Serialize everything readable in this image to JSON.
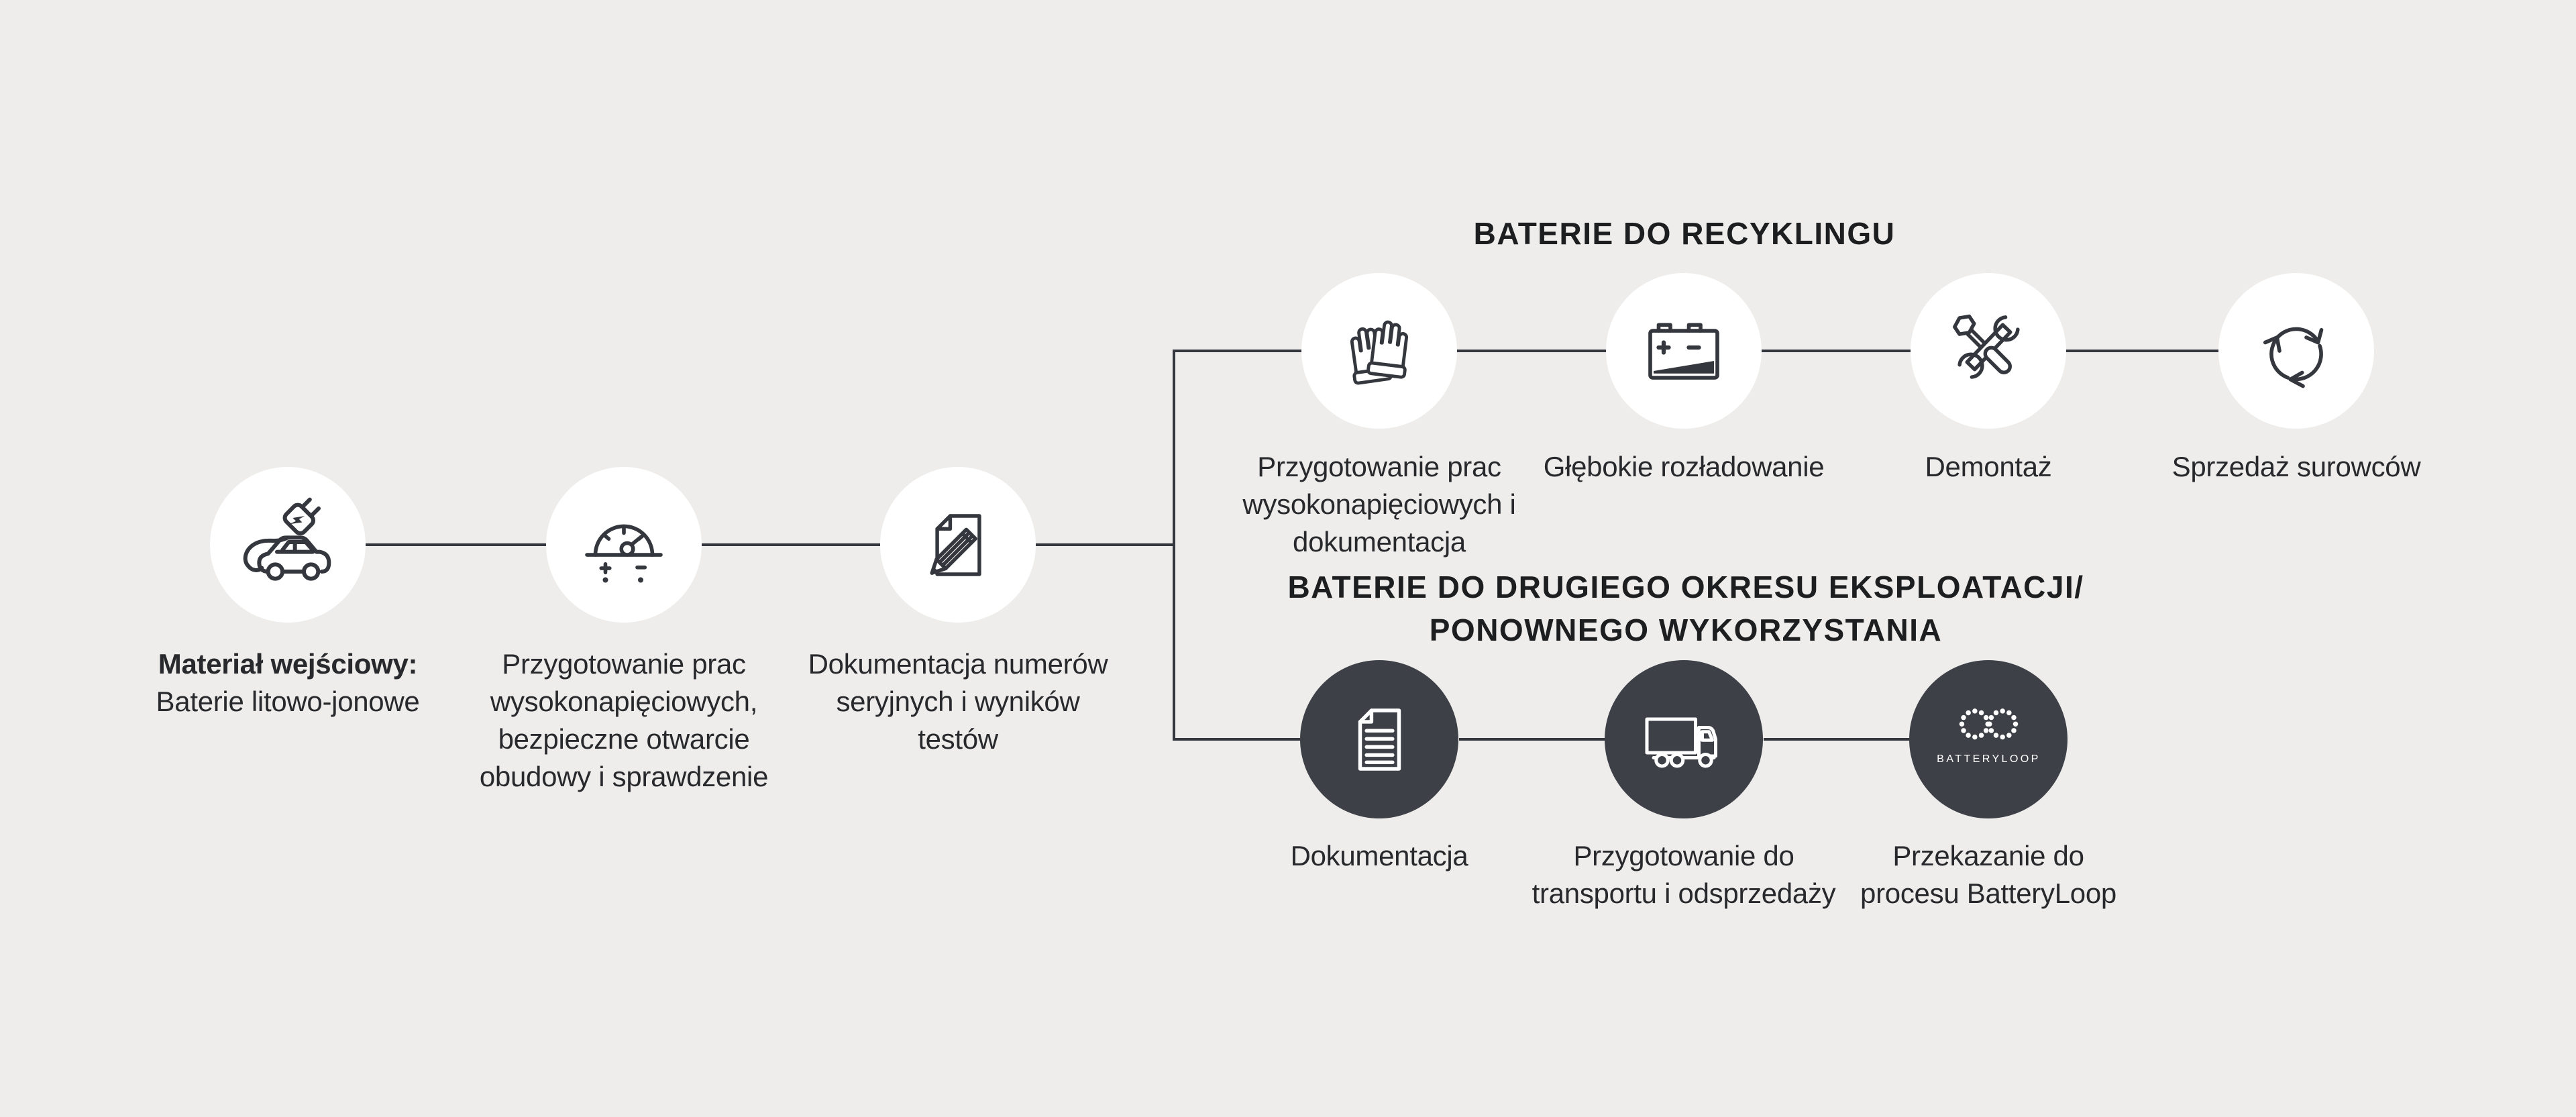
{
  "palette": {
    "background": "#eeedeb",
    "circle_light": "#ffffff",
    "circle_dark": "#3d4147",
    "line": "#34373d",
    "icon_stroke": "#34373d",
    "icon_stroke_on_dark": "#ffffff",
    "title_text": "#1d1e20",
    "label_text": "#28292c"
  },
  "titles": {
    "recycling": "BATERIE DO RECYKLINGU",
    "second_life": [
      "BATERIE DO DRUGIEGO OKRESU EKSPLOATACJI/",
      "PONOWNEGO WYKORZYSTANIA"
    ]
  },
  "main_flow": [
    {
      "icon": "electric-car-icon",
      "lines": [
        "Materiał wejściowy:",
        "Baterie litowo-jonowe"
      ]
    },
    {
      "icon": "voltage-gauge-icon",
      "lines": [
        "Przygotowanie prac",
        "wysokonapięciowych,",
        "bezpieczne otwarcie",
        "obudowy i sprawdzenie"
      ]
    },
    {
      "icon": "document-pencil-icon",
      "lines": [
        "Dokumentacja numerów",
        "seryjnych i wyników",
        "testów"
      ]
    }
  ],
  "recycling_branch": [
    {
      "icon": "safety-gloves-icon",
      "lines": [
        "Przygotowanie prac",
        "wysokonapięciowych i",
        "dokumentacja"
      ]
    },
    {
      "icon": "car-battery-icon",
      "lines": [
        "Głębokie rozładowanie"
      ]
    },
    {
      "icon": "tools-icon",
      "lines": [
        "Demontaż"
      ]
    },
    {
      "icon": "recycling-arrows-icon",
      "lines": [
        "Sprzedaż surowców"
      ]
    }
  ],
  "second_life_branch": [
    {
      "icon": "document-icon",
      "lines": [
        "Dokumentacja"
      ]
    },
    {
      "icon": "truck-icon",
      "lines": [
        "Przygotowanie do",
        "transportu i odsprzedaży"
      ]
    },
    {
      "icon": "batteryloop-logo",
      "logo_text": "BATTERYLOOP",
      "lines": [
        "Przekazanie do",
        "procesu BatteryLoop"
      ]
    }
  ]
}
